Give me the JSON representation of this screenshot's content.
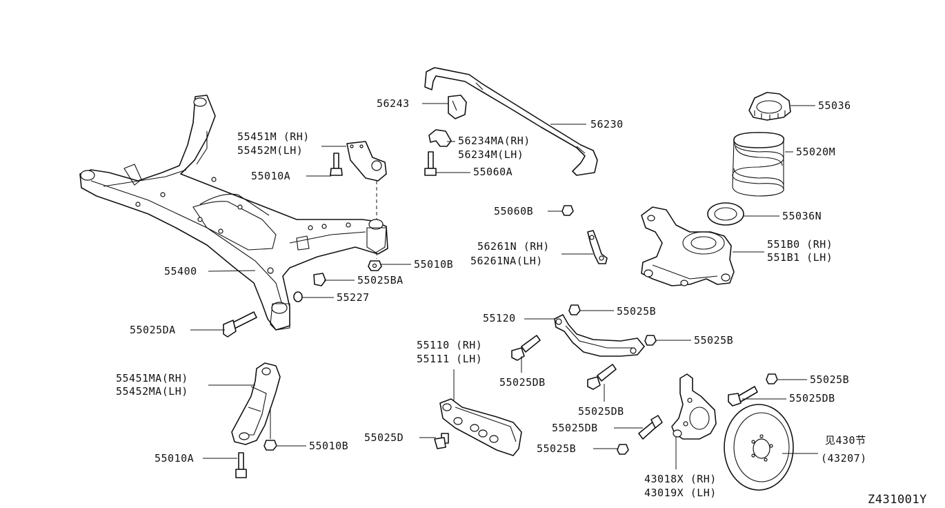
{
  "diagram_id": "Z431001Y",
  "labels": {
    "l56243": "56243",
    "l56230": "56230",
    "l56234MA": "56234MA(RH)",
    "l56234M": "56234M(LH)",
    "l55060A": "55060A",
    "l55036": "55036",
    "l55020M": "55020M",
    "l55036N": "55036N",
    "l55451M": "55451M (RH)",
    "l55452M": "55452M(LH)",
    "l55010A_top": "55010A",
    "l55060B": "55060B",
    "l56261N": "56261N (RH)",
    "l56261NA": "56261NA(LH)",
    "l551B0": "551B0 (RH)",
    "l551B1": "551B1 (LH)",
    "l55400": "55400",
    "l55010B_top": "55010B",
    "l55025BA": "55025BA",
    "l55227": "55227",
    "l55025DA": "55025DA",
    "l55120": "55120",
    "l55025B_1": "55025B",
    "l55025B_2": "55025B",
    "l55110": "55110 (RH)",
    "l55111": "55111 (LH)",
    "l55025DB_1": "55025DB",
    "l55025DB_2": "55025DB",
    "l55025B_3": "55025B",
    "l55025DB_3": "55025DB",
    "l55025DB_4": "55025DB",
    "l55025B_4": "55025B",
    "l55451MA": "55451MA(RH)",
    "l55452MA": "55452MA(LH)",
    "l55010B_bot": "55010B",
    "l55010A_bot": "55010A",
    "l55025D": "55025D",
    "l43018X": "43018X (RH)",
    "l43019X": "43019X (LH)",
    "ref_see": "见430节",
    "ref_code": "(43207)"
  }
}
